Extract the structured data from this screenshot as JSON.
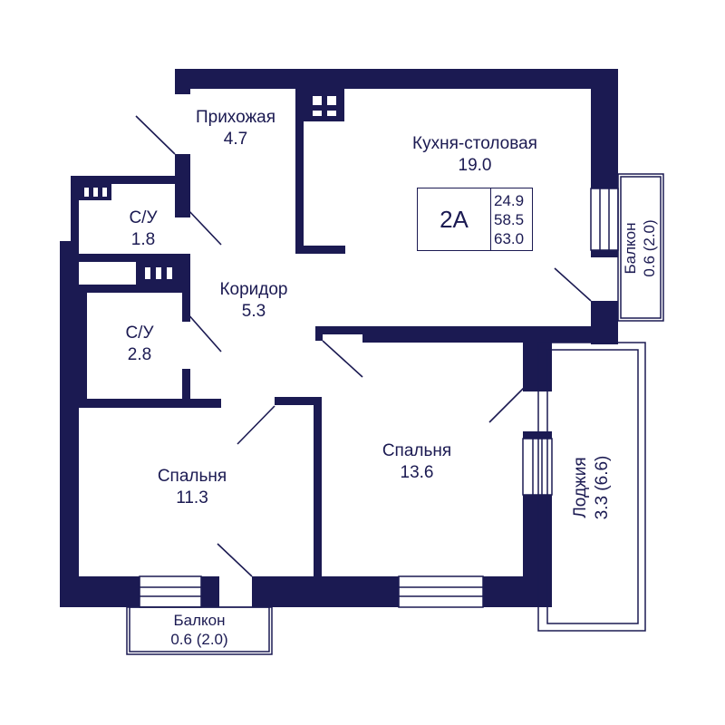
{
  "rooms": {
    "hallway": {
      "name": "Прихожая",
      "area": "4.7"
    },
    "kitchen": {
      "name": "Кухня-столовая",
      "area": "19.0"
    },
    "bath1": {
      "name": "С/У",
      "area": "1.8"
    },
    "corridor": {
      "name": "Коридор",
      "area": "5.3"
    },
    "bath2": {
      "name": "С/У",
      "area": "2.8"
    },
    "bedroom_large": {
      "name": "Спальня",
      "area": "13.6"
    },
    "bedroom_small": {
      "name": "Спальня",
      "area": "11.3"
    },
    "balcony_bottom": {
      "name": "Балкон",
      "area": "0.6 (2.0)"
    },
    "balcony_right": {
      "name": "Балкон",
      "area": "0.6 (2.0)"
    },
    "loggia": {
      "name": "Лоджия",
      "area": "3.3 (6.6)"
    }
  },
  "info": {
    "type": "2А",
    "living_area": "24.9",
    "total_area": "58.5",
    "total_with_balcony": "63.0"
  },
  "colors": {
    "wall": "#1b1a52",
    "background": "#ffffff"
  }
}
